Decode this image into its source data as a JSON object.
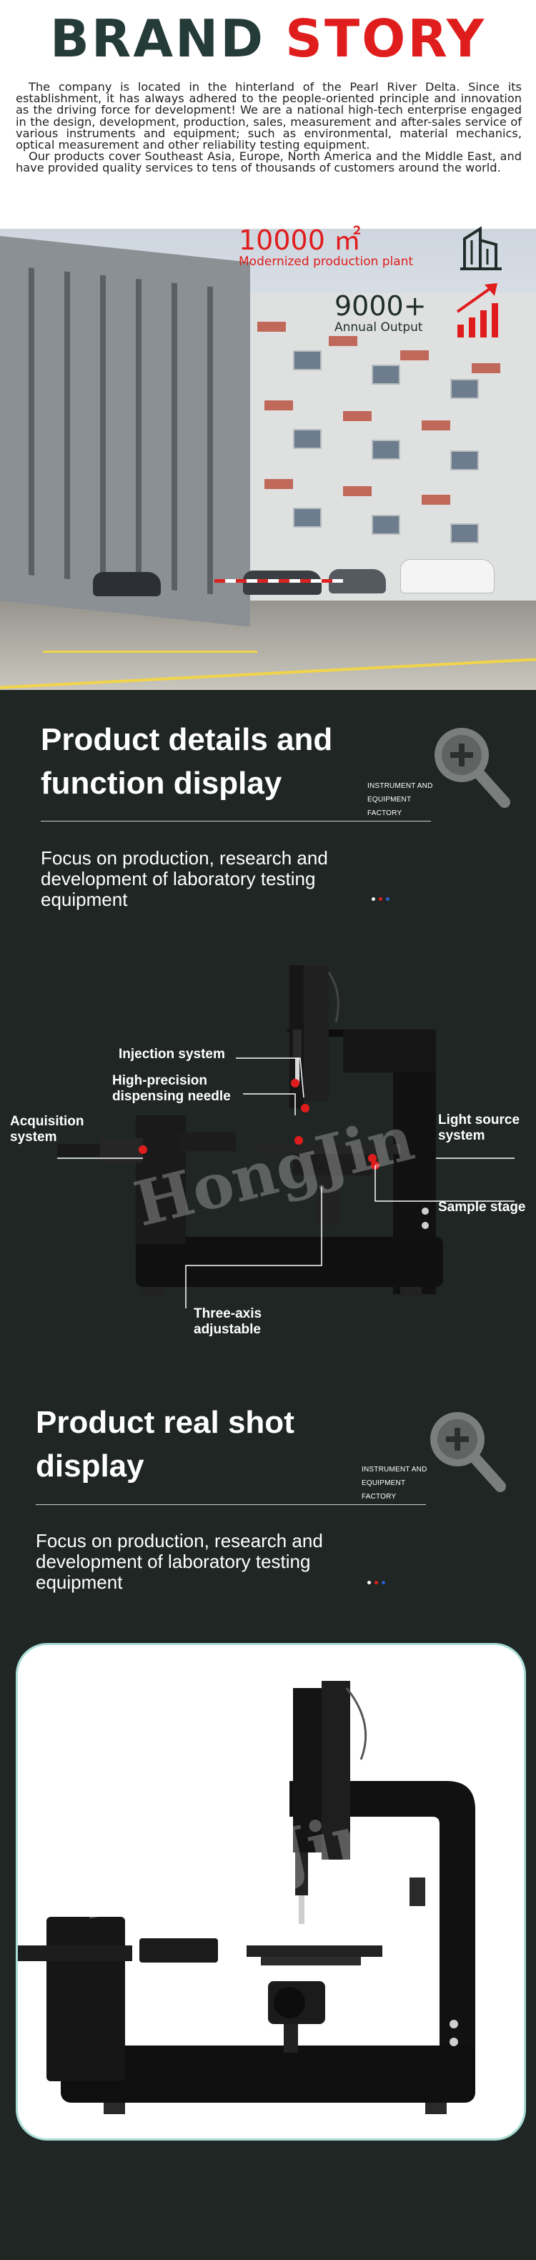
{
  "brand": {
    "title_part1": "BRAND",
    "title_part2": "STORY",
    "paragraph1": "The company is located in the hinterland of the Pearl River Delta. Since its establishment, it has always adhered to the people-oriented principle and innovation as the driving force for development! We are a national high-tech enterprise engaged in the design, development, production, sales, measurement and after-sales service of various instruments and equipment; such as environmental, material mechanics, optical measurement and other reliability testing equipment.",
    "paragraph2": "Our products cover Southeast Asia, Europe, North America and the Middle East, and have provided quality services to tens of thousands of customers around the world.",
    "stat1_value": "10000 ㎡",
    "stat1_label": "Modernized production plant",
    "stat2_value": "9000+",
    "stat2_label": "Annual Output",
    "accent_color": "#e01d1d",
    "dark_color": "#243b37",
    "stat1_icon": "building-icon",
    "stat2_icon": "growth-chart-icon"
  },
  "details": {
    "title_line1": "Product details and",
    "title_line2": "function display",
    "factory_line1": "INSTRUMENT AND",
    "factory_line2": "EQUIPMENT",
    "factory_line3": "FACTORY",
    "subtitle": "Focus on production, research and development of laboratory testing equipment",
    "icon": "magnifier-plus-icon",
    "callouts": {
      "injection": "Injection system",
      "needle_line1": "High-precision",
      "needle_line2": "dispensing needle",
      "acquisition_line1": "Acquisition",
      "acquisition_line2": "system",
      "light_line1": "Light source",
      "light_line2": "system",
      "stage": "Sample stage",
      "axis_line1": "Three-axis",
      "axis_line2": "adjustable"
    },
    "watermark": "HongJin"
  },
  "realshot": {
    "title_line1": "Product real shot",
    "title_line2": "display",
    "factory_line1": "INSTRUMENT AND",
    "factory_line2": "EQUIPMENT",
    "factory_line3": "FACTORY",
    "subtitle": "Focus on production, research and development of laboratory testing equipment",
    "icon": "magnifier-plus-icon",
    "watermark": "HongJin"
  },
  "colors": {
    "background_dark": "#1f2623",
    "card_border": "#a9ddd4"
  }
}
